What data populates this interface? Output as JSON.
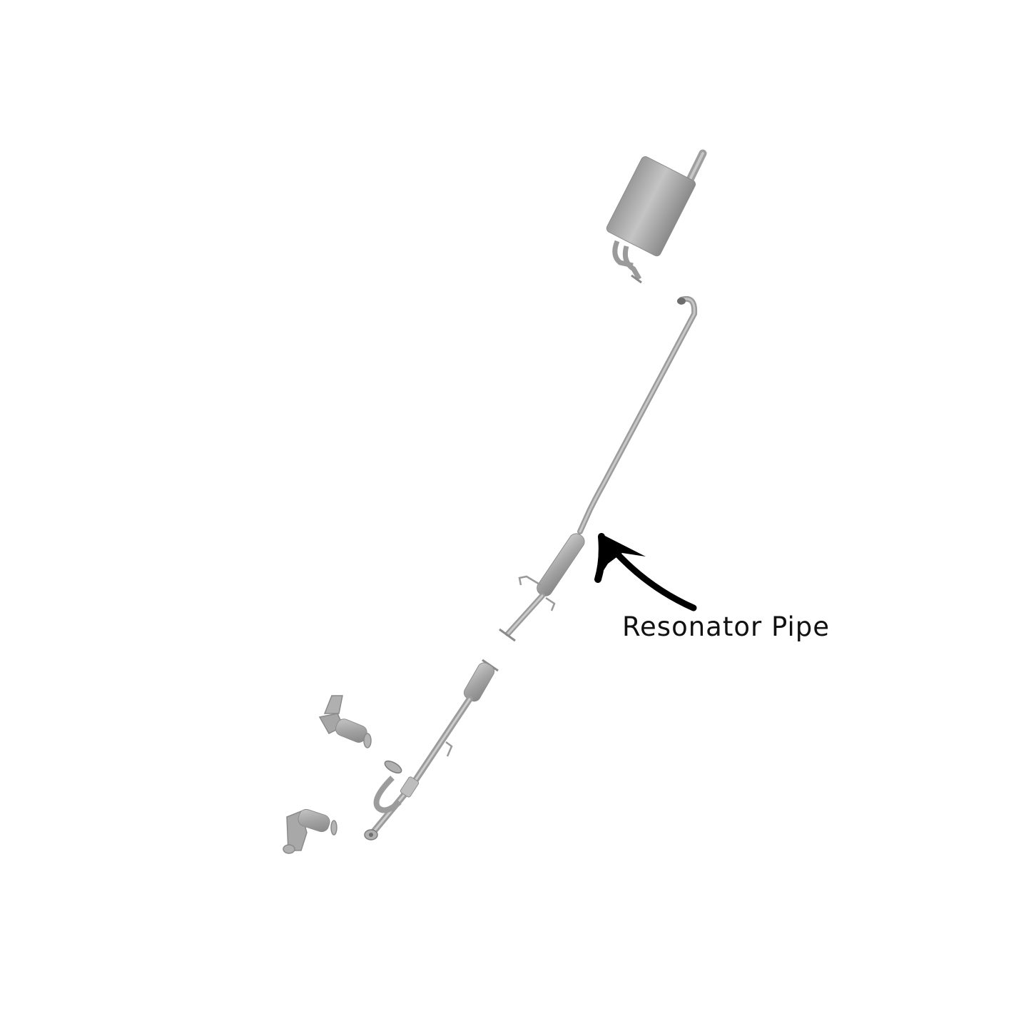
{
  "diagram": {
    "title": "Exhaust system diagram",
    "background": "#ffffff",
    "part_color": "#a8a8a8",
    "part_dark": "#7d7d7d",
    "part_light": "#d2d2d2",
    "components": [
      {
        "id": "muffler",
        "name": "Muffler with tailpipe"
      },
      {
        "id": "intermediate-pipe",
        "name": "Intermediate pipe"
      },
      {
        "id": "resonator-pipe",
        "name": "Resonator pipe"
      },
      {
        "id": "front-pipe",
        "name": "Front pipe with catalytic converter"
      },
      {
        "id": "manifold-upper",
        "name": "Exhaust manifold (upper)"
      },
      {
        "id": "manifold-lower",
        "name": "Exhaust manifold (lower)"
      }
    ],
    "annotations": [
      {
        "label": "Resonator Pipe",
        "arrow": "curved",
        "arrow_color": "#000000",
        "points_to": "resonator-pipe"
      }
    ]
  }
}
